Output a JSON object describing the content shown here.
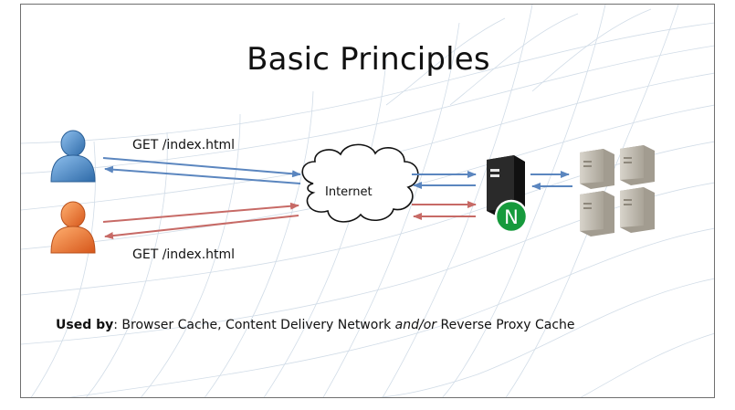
{
  "slide": {
    "title": "Basic Principles",
    "request_top": "GET /index.html",
    "request_bottom": "GET /index.html",
    "cloud": "Internet",
    "server_badge": "N",
    "caption": {
      "bold": "Used by",
      "part1": ": Browser Cache, Content Delivery Network ",
      "italic": "and/or",
      "part2": " Reverse Proxy Cache"
    }
  },
  "colors": {
    "blue_arrow": "#5b86bf",
    "red_arrow": "#c76a66",
    "blue_user": "#4a86c8",
    "orange_user": "#f07a2a",
    "nginx_green": "#169a3c",
    "server_gray": "#b8b3a8"
  },
  "icons": [
    "user-icon-blue",
    "user-icon-orange",
    "cloud-icon",
    "nginx-server-icon",
    "backend-server-icon"
  ]
}
